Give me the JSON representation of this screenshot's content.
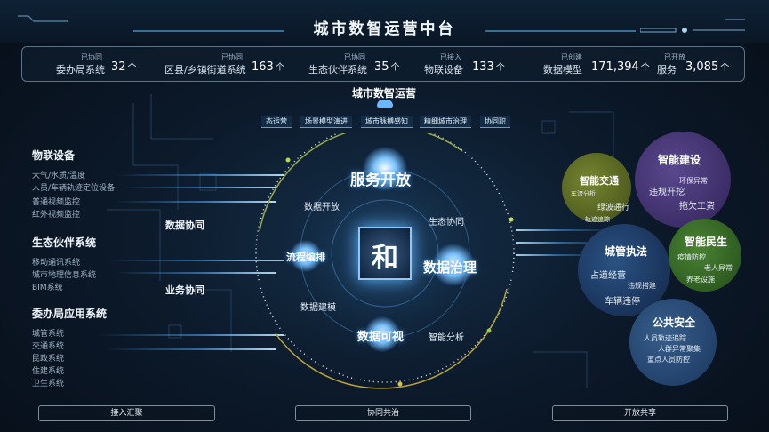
{
  "header": {
    "title": "城市数智运营中台"
  },
  "stats": [
    {
      "pre": "已协同",
      "label": "委办局系统",
      "value": "32",
      "unit": "个"
    },
    {
      "pre": "已协同",
      "label": "区县/乡镇街道系统",
      "value": "163",
      "unit": "个"
    },
    {
      "pre": "已协同",
      "label": "生态伙伴系统",
      "value": "35",
      "unit": "个"
    },
    {
      "pre": "已接入",
      "label": "物联设备",
      "value": "133",
      "unit": "个"
    },
    {
      "pre": "已创建",
      "label": "数据模型",
      "value": "171,394",
      "unit": "个"
    },
    {
      "pre": "已开放",
      "label": "服务",
      "value": "3,085",
      "unit": "个"
    }
  ],
  "left": {
    "iot": {
      "title": "物联设备",
      "items": [
        "大气/水质/温度",
        "人员/车辆轨迹定位设备",
        "普通视频监控",
        "红外视频监控"
      ]
    },
    "partners": {
      "title": "生态伙伴系统",
      "items": [
        "移动通讯系统",
        "城市地理信息系统",
        "BIM系统"
      ]
    },
    "bureau": {
      "title": "委办局应用系统",
      "items": [
        "城管系统",
        "交通系统",
        "民政系统",
        "住建系统",
        "卫生系统"
      ]
    },
    "flow_data": "数据协同",
    "flow_business": "业务协同"
  },
  "center": {
    "title": "城市数智运营",
    "chips": [
      "态运营",
      "场景模型演进",
      "城市脉搏感知",
      "精细城市治理",
      "协同职"
    ],
    "core": "和",
    "nodes": {
      "service_open": "服务开放",
      "data_governance": "数据治理",
      "process_orchestration": "流程编排",
      "data_visual": "数据可视"
    },
    "labels": {
      "data_open": "数据开放",
      "eco_collab": "生态协同",
      "data_modeling": "数据建模",
      "smart_analysis": "智能分析"
    }
  },
  "right": {
    "traffic": {
      "title": "智能交通",
      "items": [
        "车流分析",
        "绿波通行",
        "轨迹追踪"
      ]
    },
    "construction": {
      "title": "智能建设",
      "items": [
        "环保异常",
        "违规开挖",
        "拖欠工资"
      ]
    },
    "enforcement": {
      "title": "城管执法",
      "items": [
        "占道经营",
        "违规搭建",
        "车辆违停"
      ]
    },
    "livelihood": {
      "title": "智能民生",
      "items": [
        "疫情防控",
        "老人异常",
        "养老设施"
      ]
    },
    "safety": {
      "title": "公共安全",
      "items": [
        "人员轨迹追踪",
        "人群异常聚集",
        "重点人员防控"
      ]
    }
  },
  "footer": {
    "buttons": [
      "接入汇聚",
      "协同共治",
      "开放共享"
    ]
  },
  "colors": {
    "traffic": "#6b7a2a",
    "construction": "#4d3a78",
    "enforcement": "#223f6e",
    "livelihood": "#3f6f2a",
    "safety": "#2f4e74"
  }
}
